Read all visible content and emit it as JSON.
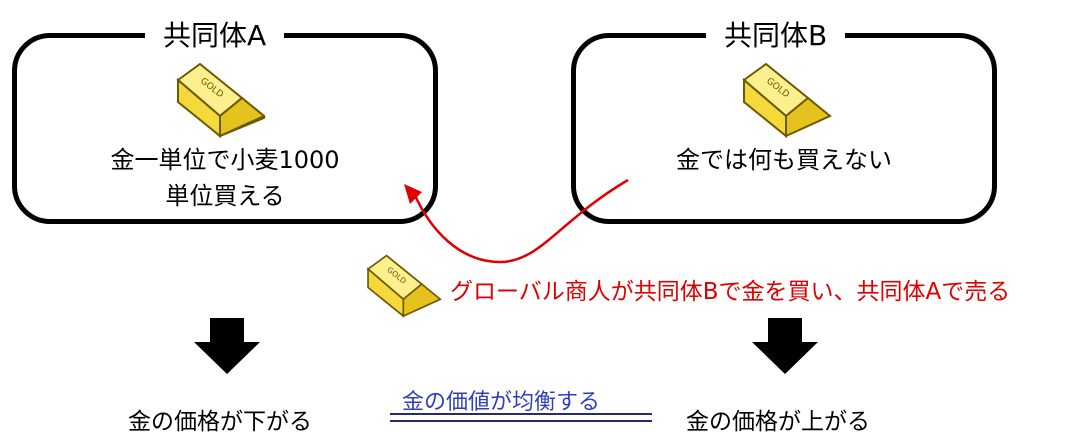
{
  "community_a": {
    "title": "共同体A",
    "text_line1": "金一単位で小麦1000",
    "text_line2": "単位買える"
  },
  "community_b": {
    "title": "共同体B",
    "text": "金では何も買えない"
  },
  "trade": {
    "label": "グローバル商人が共同体Bで金を買い、共同体Aで売る"
  },
  "results": {
    "left": "金の価格が下がる",
    "right": "金の価格が上がる",
    "balance": "金の価値が均衡する"
  },
  "gold_bar_text": "GOLD",
  "colors": {
    "trade_arrow": "#e00000",
    "balance_text": "#2f3fbf",
    "gold_front": "#f4d93a",
    "gold_top": "#fbef8e",
    "gold_side": "#b99a10"
  },
  "icons": [
    "gold-bar-icon",
    "curved-arrow-icon",
    "down-arrow-icon"
  ]
}
